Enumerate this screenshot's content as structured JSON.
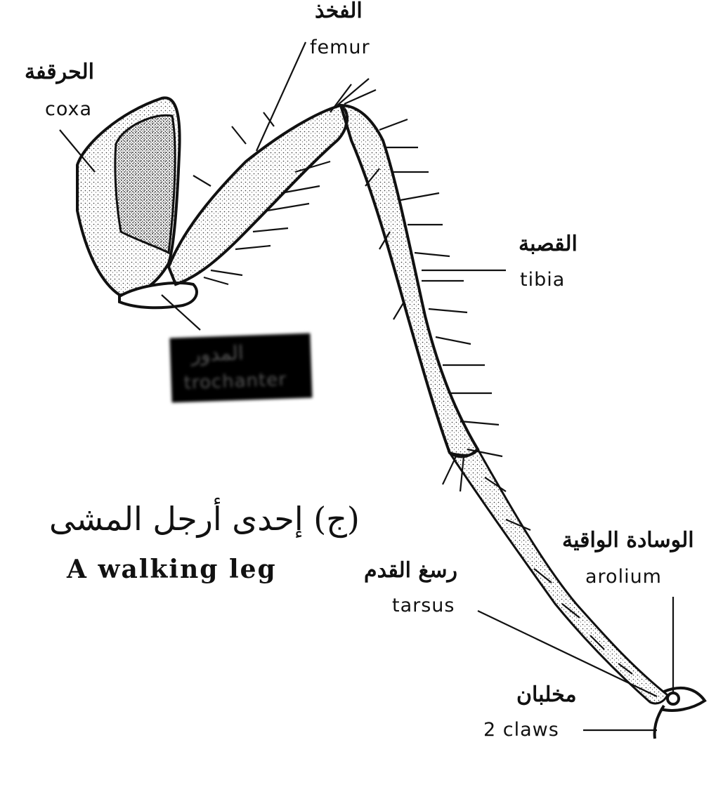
{
  "labels": {
    "femur": {
      "ar": "الفخذ",
      "en": "femur"
    },
    "coxa": {
      "ar": "الحرقفة",
      "en": "coxa"
    },
    "tibia": {
      "ar": "القصبة",
      "en": "tibia"
    },
    "trochanter": {
      "ar": "المدور",
      "en": "trochanter"
    },
    "arolium": {
      "ar": "الوسادة الواقية",
      "en": "arolium"
    },
    "tarsus": {
      "ar": "رسغ القدم",
      "en": "tarsus"
    },
    "claws": {
      "ar": "مخلبان",
      "en": "2 claws"
    }
  },
  "caption": {
    "ar": "(ج) إحدى أرجل المشى",
    "en": "A walking leg"
  }
}
